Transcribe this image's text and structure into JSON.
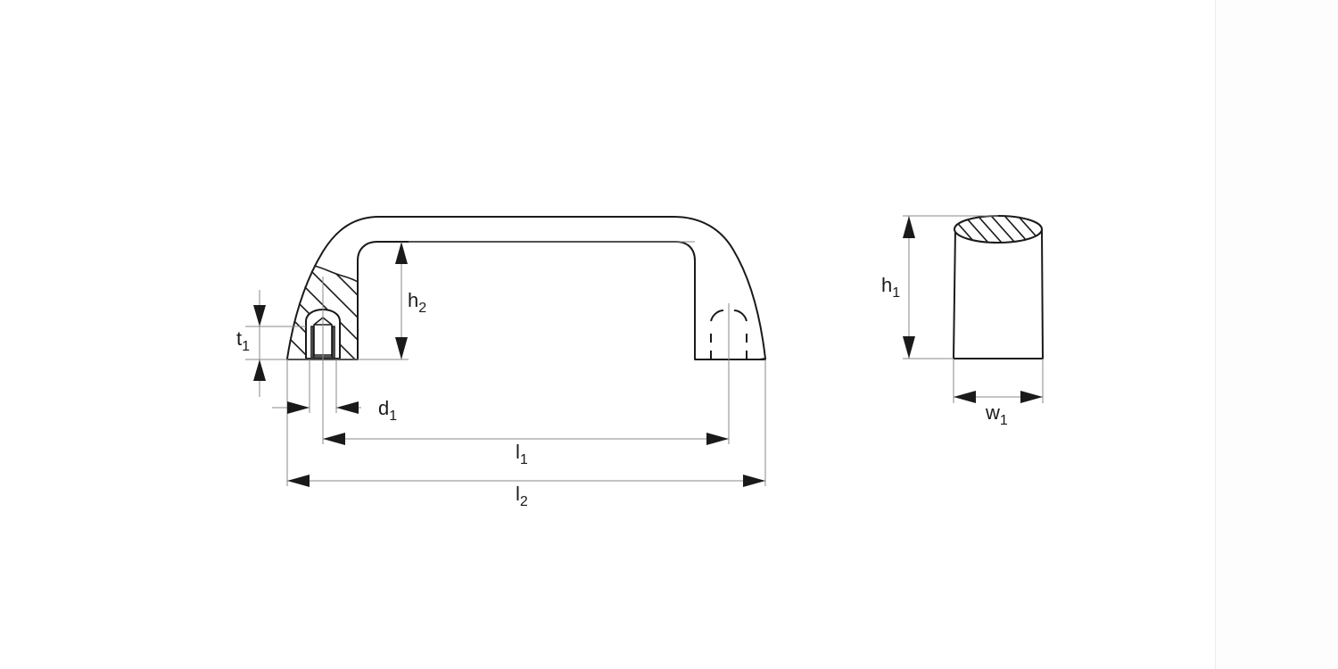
{
  "diagram": {
    "type": "technical-drawing",
    "subject": "bridge handle",
    "views": {
      "front_view": {
        "name": "handle front view (partial section)",
        "dimensions": {
          "t1": {
            "base": "t",
            "sub": "1"
          },
          "h2": {
            "base": "h",
            "sub": "2"
          },
          "d1": {
            "base": "d",
            "sub": "1"
          },
          "l1": {
            "base": "l",
            "sub": "1"
          },
          "l2": {
            "base": "l",
            "sub": "2"
          }
        }
      },
      "side_view": {
        "name": "handle cross-section side view",
        "dimensions": {
          "h1": {
            "base": "h",
            "sub": "1"
          },
          "w1": {
            "base": "w",
            "sub": "1"
          }
        }
      }
    },
    "colors": {
      "line": "#1a1a1a",
      "dimension_line": "#8a8a8a",
      "background": "#ffffff",
      "side_panel": "#fdfdfd"
    }
  }
}
